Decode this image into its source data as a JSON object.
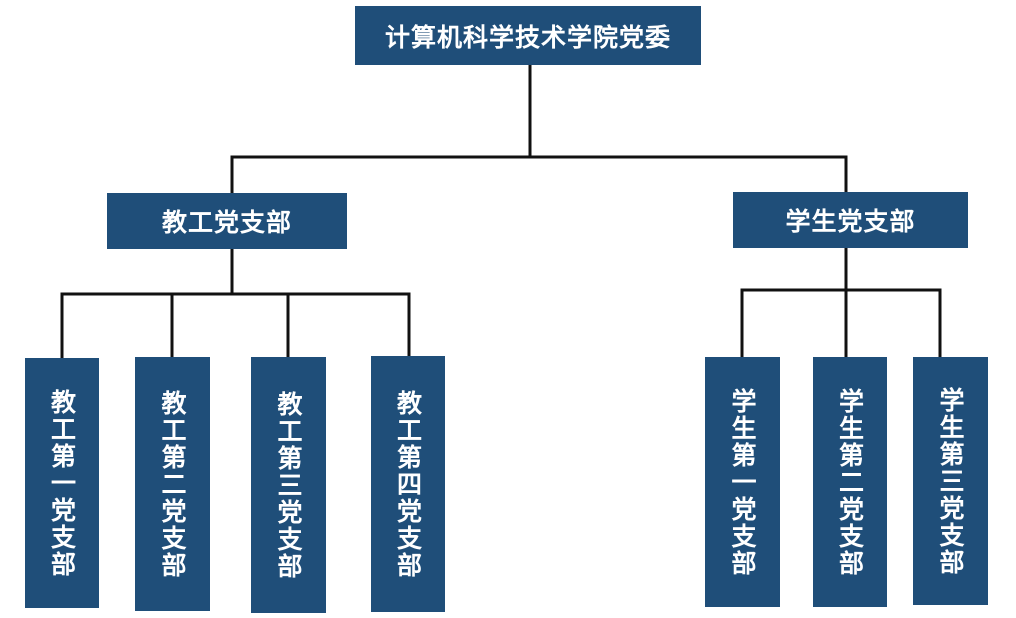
{
  "diagram": {
    "root": {
      "label": "计算机科学技术学院党委"
    },
    "branches": [
      {
        "label": "教工党支部",
        "children": [
          {
            "label": "教工第一党支部"
          },
          {
            "label": "教工第二党支部"
          },
          {
            "label": "教工第三党支部"
          },
          {
            "label": "教工第四党支部"
          }
        ]
      },
      {
        "label": "学生党支部",
        "children": [
          {
            "label": "学生第一党支部"
          },
          {
            "label": "学生第二党支部"
          },
          {
            "label": "学生第三党支部"
          }
        ]
      }
    ],
    "colors": {
      "box_fill": "#1f4e79",
      "box_text": "#ffffff",
      "connector": "#111111"
    }
  }
}
